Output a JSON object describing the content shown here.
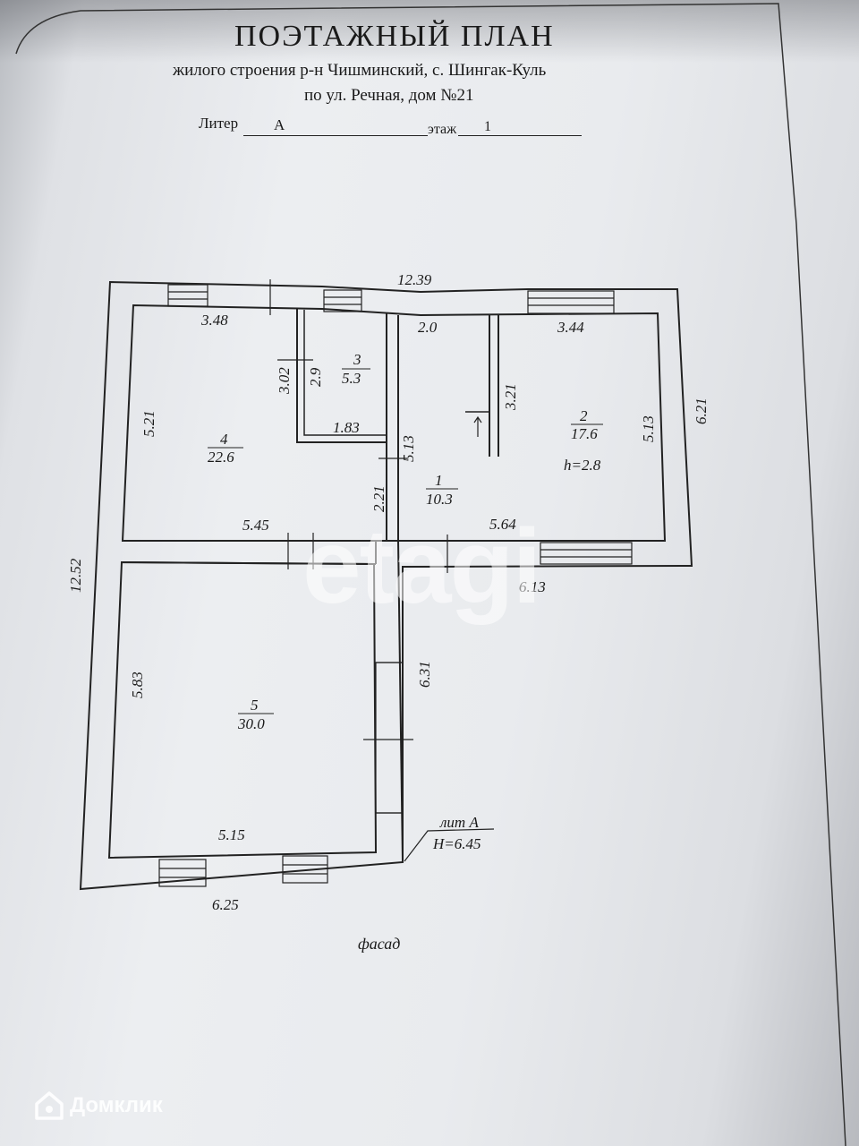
{
  "header": {
    "title": "ПОЭТАЖНЫЙ ПЛАН",
    "subtitle_line1": "жилого строения   р-н Чишминский, с. Шингак-Куль",
    "subtitle_line2": "по  ул. Речная, дом №21",
    "liter_label": "Литер",
    "liter_value": "А",
    "floor_label": "этаж",
    "floor_value": "1"
  },
  "rooms": [
    {
      "number": "1",
      "area": "10.3"
    },
    {
      "number": "2",
      "area": "17.6"
    },
    {
      "number": "3",
      "area": "5.3"
    },
    {
      "number": "4",
      "area": "22.6"
    },
    {
      "number": "5",
      "area": "30.0"
    }
  ],
  "dimensions": {
    "top_overall": "12.39",
    "left_overall": "12.52",
    "right_outer": "6.21",
    "bottom_overall": "6.25",
    "right_outer_lower": "6.13",
    "right_wall_lower": "6.31",
    "room4_top": "3.48",
    "room4_left": "5.21",
    "room4_bottom": "5.45",
    "room3_left_outer": "3.02",
    "room3_left_inner": "2.9",
    "room3_bottom": "1.83",
    "room1_top": "2.0",
    "room1_right": "5.13",
    "room1_left": "2.21",
    "room2_top": "3.44",
    "room2_right": "5.13",
    "room2_bottom": "5.64",
    "stair_wall": "3.21",
    "room5_left": "5.83",
    "room5_bottom": "5.15"
  },
  "ceiling_height": "h=2.8",
  "liter_note": {
    "line1": "лит А",
    "line2": "H=6.45"
  },
  "facade_label": "фасад",
  "watermark": "etagi",
  "brand": "Домклик",
  "colors": {
    "paper": "#eceef1",
    "ink": "#1a1a1a",
    "background": "#8b8d92"
  }
}
